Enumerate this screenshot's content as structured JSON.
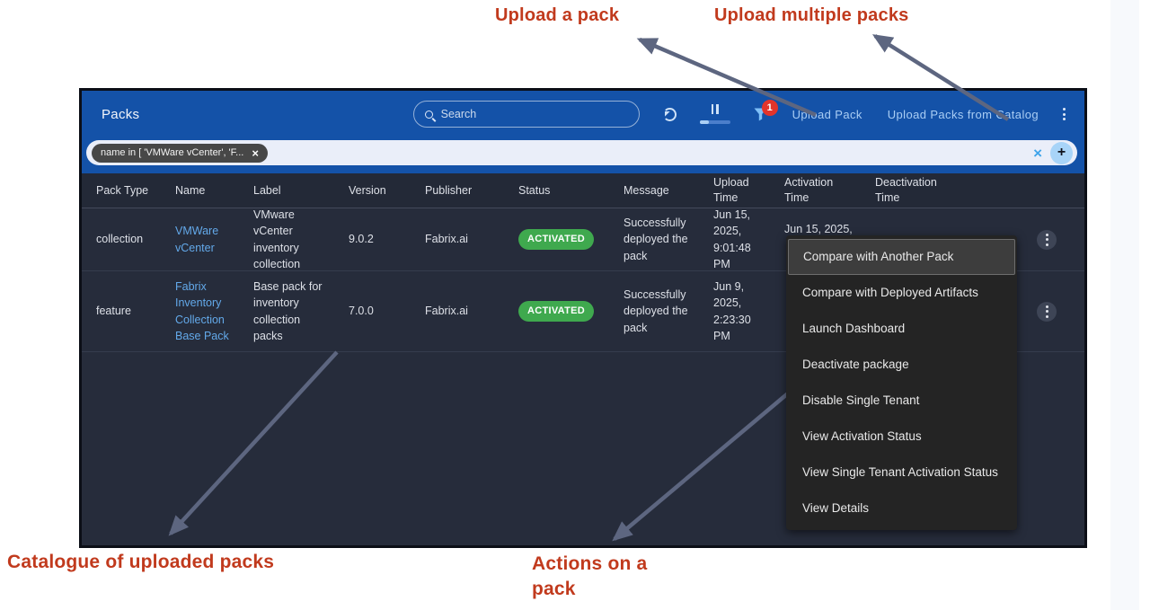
{
  "annotations": {
    "upload_a_pack": "Upload a pack",
    "upload_multiple_packs": "Upload multiple  packs",
    "catalogue_of_packs": "Catalogue of uploaded packs",
    "actions_on_a_pack": "Actions on a\npack",
    "text_color": "#c13a1d",
    "arrow_color": "#5d6680"
  },
  "icons": {
    "close": "×",
    "add": "+"
  },
  "header": {
    "title": "Packs",
    "search_placeholder": "Search",
    "filter_badge": "1",
    "upload_pack_label": "Upload Pack",
    "upload_catalog_label": "Upload Packs from Catalog",
    "bg_color": "#1452a8"
  },
  "filter_bar": {
    "chip_text": "name in [ 'VMWare vCenter', 'F..."
  },
  "table": {
    "columns": [
      "Pack Type",
      "Name",
      "Label",
      "Version",
      "Publisher",
      "Status",
      "Message",
      "Upload Time",
      "Activation Time",
      "Deactivation Time"
    ],
    "status_color": "#3fa94e",
    "link_color": "#63a9ea",
    "rows": [
      {
        "pack_type": "collection",
        "name": "VMWare vCenter",
        "label": "VMware vCenter inventory collection",
        "version": "9.0.2",
        "publisher": "Fabrix.ai",
        "status": "ACTIVATED",
        "message": "Successfully deployed the pack",
        "upload_time": "Jun 15, 2025, 9:01:48 PM",
        "activation_time": "Jun 15, 2025,",
        "deactivation_time": ""
      },
      {
        "pack_type": "feature",
        "name": "Fabrix Inventory Collection Base Pack",
        "label": "Base pack for inventory collection packs",
        "version": "7.0.0",
        "publisher": "Fabrix.ai",
        "status": "ACTIVATED",
        "message": "Successfully deployed the pack",
        "upload_time": "Jun 9, 2025, 2:23:30 PM",
        "activation_time": "",
        "deactivation_time": ""
      }
    ]
  },
  "context_menu": {
    "items": [
      "Compare with Another Pack",
      "Compare with Deployed Artifacts",
      "Launch Dashboard",
      "Deactivate package",
      "Disable Single Tenant",
      "View Activation Status",
      "View Single Tenant Activation Status",
      "View Details"
    ],
    "highlighted_index": 0
  }
}
